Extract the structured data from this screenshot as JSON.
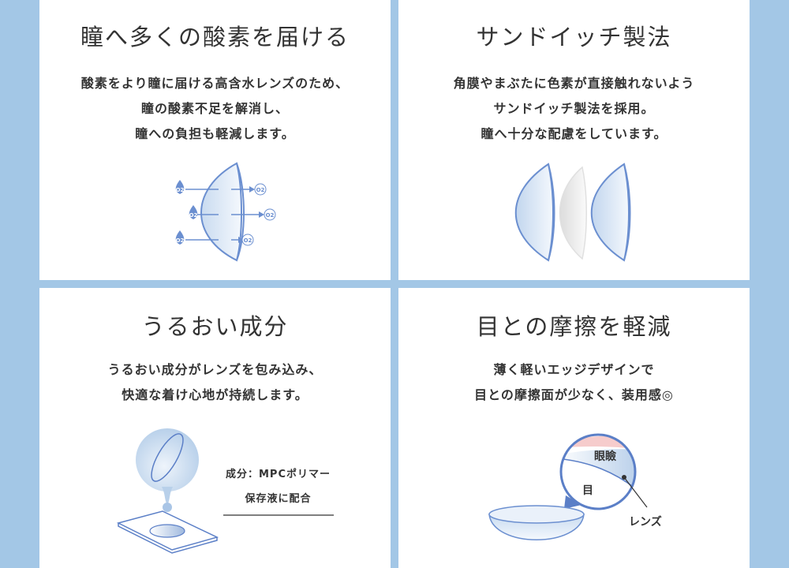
{
  "colors": {
    "background": "#a3c7e6",
    "panel": "#ffffff",
    "accent": "#5b7fc7",
    "text": "#333333",
    "eyelid": "#f6cccc"
  },
  "panels": [
    {
      "title": "瞳へ多くの酸素を届ける",
      "lines": [
        "酸素をより瞳に届ける高含水レンズのため、",
        "瞳の酸素不足を解消し、",
        "瞳への負担も軽減します。"
      ],
      "labels": {
        "o2": "O2"
      }
    },
    {
      "title": "サンドイッチ製法",
      "lines": [
        "角膜やまぶたに色素が直接触れないよう",
        "サンドイッチ製法を採用。",
        "瞳へ十分な配慮をしています。"
      ]
    },
    {
      "title": "うるおい成分",
      "lines": [
        "うるおい成分がレンズを包み込み、",
        "快適な着け心地が持続します。"
      ],
      "labels": {
        "ingredient": "成分：MPCポリマー",
        "solution": "保存液に配合"
      }
    },
    {
      "title": "目との摩擦を軽減",
      "lines": [
        "薄く軽いエッジデザインで",
        "目との摩擦面が少なく、装用感◎"
      ],
      "labels": {
        "eyelid": "眼瞼",
        "eye": "目",
        "lens": "レンズ"
      }
    }
  ]
}
